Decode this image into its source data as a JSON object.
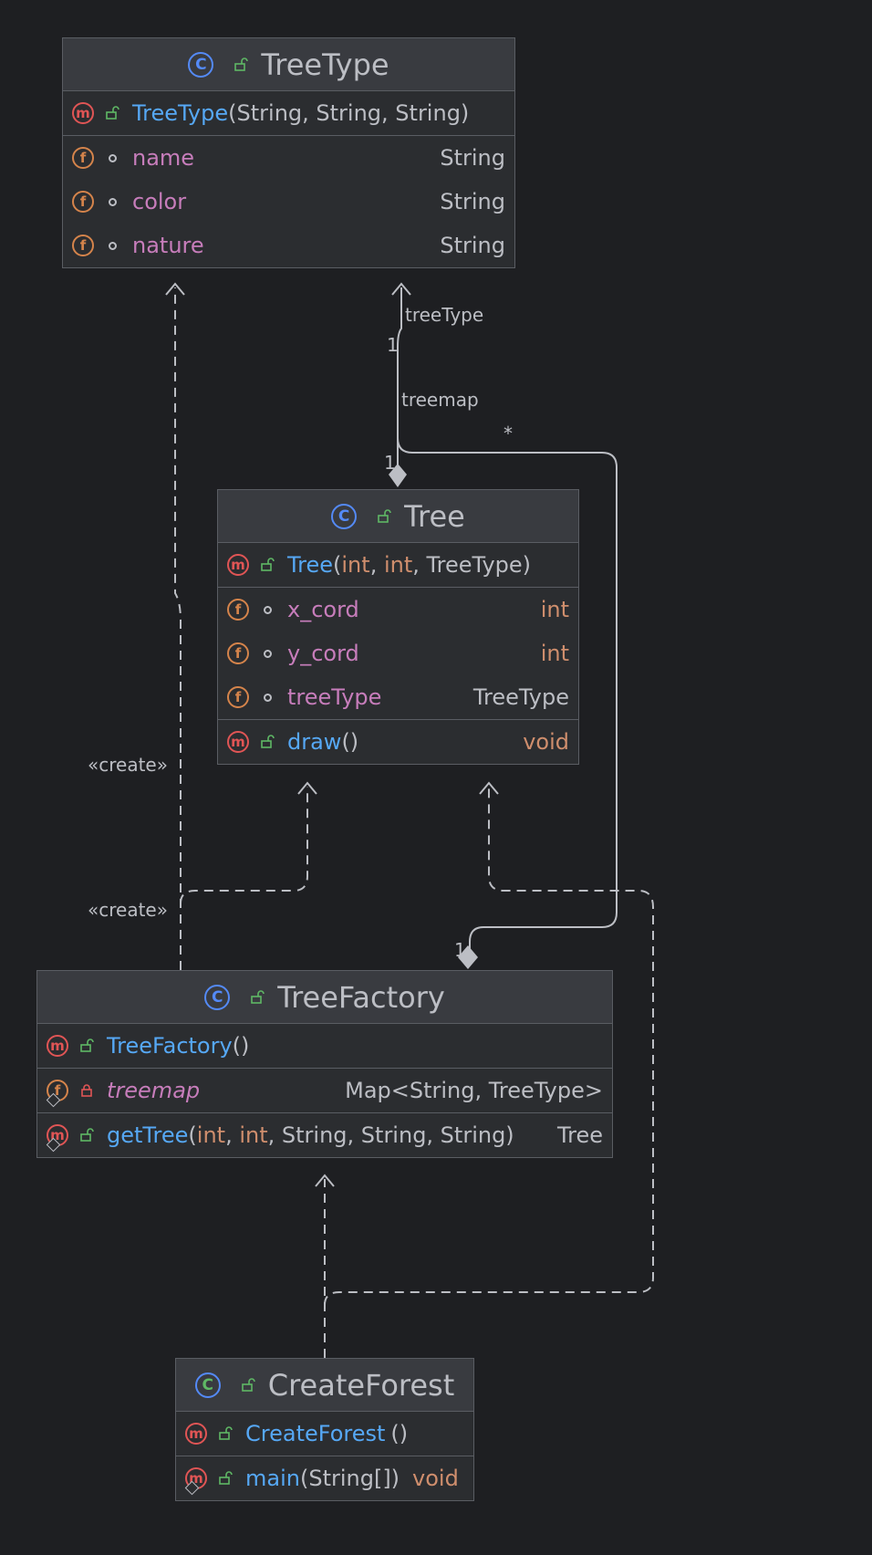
{
  "classes": {
    "treetype": {
      "name": "TreeType",
      "ctor": {
        "name": "TreeType",
        "params_open": "(",
        "p1": "String",
        "sep1": ", ",
        "p2": "String",
        "sep2": ", ",
        "p3": "String",
        "params_close": ")"
      },
      "fields": [
        {
          "name": "name",
          "type": "String"
        },
        {
          "name": "color",
          "type": "String"
        },
        {
          "name": "nature",
          "type": "String"
        }
      ]
    },
    "tree": {
      "name": "Tree",
      "ctor": {
        "name": "Tree",
        "params_open": "(",
        "p1": "int",
        "sep1": ", ",
        "p2": "int",
        "sep2": ", ",
        "p3": "TreeType",
        "params_close": ")"
      },
      "fields": [
        {
          "name": "x_cord",
          "type": "int"
        },
        {
          "name": "y_cord",
          "type": "int"
        },
        {
          "name": "treeType",
          "type": "TreeType"
        }
      ],
      "method": {
        "name": "draw",
        "params": "()",
        "type": "void"
      }
    },
    "treefactory": {
      "name": "TreeFactory",
      "ctor": {
        "name": "TreeFactory",
        "params": "()"
      },
      "field": {
        "name": "treemap",
        "type": "Map<String, TreeType>"
      },
      "method": {
        "name": "getTree",
        "params_open": "(",
        "p1": "int",
        "sep1": ", ",
        "p2": "int",
        "rest": ", String, String, String)",
        "type": "Tree"
      }
    },
    "createforest": {
      "name": "CreateForest",
      "ctor": {
        "name": "CreateForest",
        "params": "()"
      },
      "method": {
        "name": "main",
        "params": "(String[])",
        "type": "void"
      }
    }
  },
  "edge_labels": {
    "treetype_role": "treeType",
    "treetype_mult": "1",
    "treemap_role": "treemap",
    "treemap_mult": "*",
    "tree_comp_mult": "1",
    "factory_comp_mult": "1",
    "create1": "«create»",
    "create2": "«create»"
  },
  "badges": {
    "method": "m",
    "field": "f",
    "class": "C"
  },
  "colors": {
    "background": "#1e1f22",
    "node_fill": "#2b2d30",
    "header_fill": "#393b40",
    "border": "#5a5d63",
    "method_name": "#56a8f5",
    "field_name": "#c77dbb",
    "keyword": "#cf8e6d",
    "text": "#bcbec4"
  }
}
